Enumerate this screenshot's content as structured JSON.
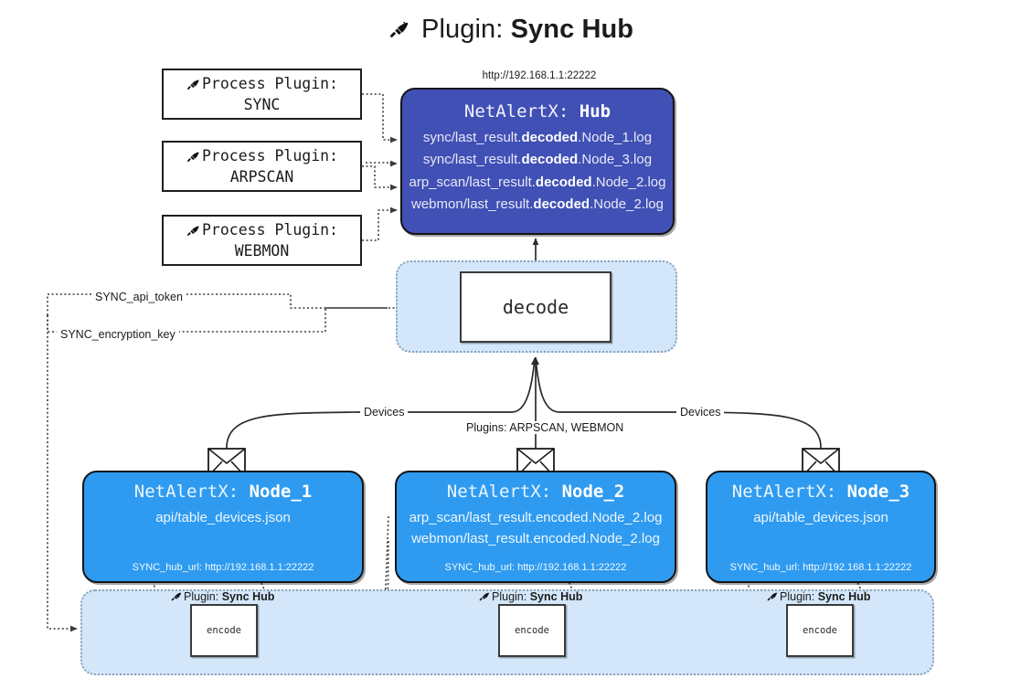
{
  "page": {
    "title_prefix": "Plugin:",
    "title_name": "Sync Hub",
    "hub_url": "http://192.168.1.1:22222"
  },
  "icons": {
    "plug": "plug-icon",
    "envelope": "envelope-icon"
  },
  "colors": {
    "hub_fill": "#4050b5",
    "node_fill": "#2f9bf0",
    "zone_fill": "#d4e7fa",
    "zone_border": "#8aa2b8",
    "stroke": "#141414",
    "page_bg": "#ffffff"
  },
  "process_plugins": [
    {
      "line1": "Process Plugin:",
      "line2": "SYNC"
    },
    {
      "line1": "Process Plugin:",
      "line2": "ARPSCAN"
    },
    {
      "line1": "Process Plugin:",
      "line2": "WEBMON"
    }
  ],
  "hub": {
    "title_prefix": "NetAlertX:",
    "title_name": "Hub",
    "logs": [
      {
        "pre": "sync/last_result.",
        "mid": "decoded",
        "post": ".Node_1.log"
      },
      {
        "pre": "sync/last_result.",
        "mid": "decoded",
        "post": ".Node_3.log"
      },
      {
        "pre": "arp_scan/last_result.",
        "mid": "decoded",
        "post": ".Node_2.log"
      },
      {
        "pre": "webmon/last_result.",
        "mid": "decoded",
        "post": ".Node_2.log"
      }
    ]
  },
  "decode": {
    "label": "decode"
  },
  "secrets": {
    "api_token": "SYNC_api_token",
    "encryption_key": "SYNC_encryption_key"
  },
  "edges": {
    "devices_left": "Devices",
    "devices_right": "Devices",
    "plugins_center": "Plugins: ARPSCAN, WEBMON"
  },
  "nodes": [
    {
      "title_prefix": "NetAlertX:",
      "title_name": "Node_1",
      "lines": [
        "api/table_devices.json"
      ],
      "footer": "SYNC_hub_url: http://192.168.1.1:22222"
    },
    {
      "title_prefix": "NetAlertX:",
      "title_name": "Node_2",
      "lines": [
        "arp_scan/last_result.encoded.Node_2.log",
        "webmon/last_result.encoded.Node_2.log"
      ],
      "footer": "SYNC_hub_url: http://192.168.1.1:22222"
    },
    {
      "title_prefix": "NetAlertX:",
      "title_name": "Node_3",
      "lines": [
        "api/table_devices.json"
      ],
      "footer": "SYNC_hub_url: http://192.168.1.1:22222"
    }
  ],
  "encoders": [
    {
      "label_prefix": "Plugin:",
      "label_name": "Sync Hub",
      "box": "encode"
    },
    {
      "label_prefix": "Plugin:",
      "label_name": "Sync Hub",
      "box": "encode"
    },
    {
      "label_prefix": "Plugin:",
      "label_name": "Sync Hub",
      "box": "encode"
    }
  ]
}
